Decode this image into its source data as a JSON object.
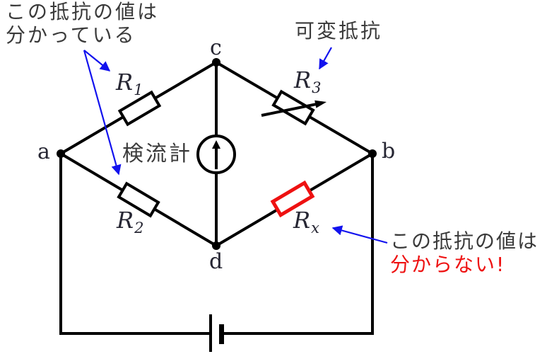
{
  "diagram": {
    "type": "wheatstone-bridge-circuit",
    "nodes": {
      "a": "a",
      "b": "b",
      "c": "c",
      "d": "d"
    },
    "resistors": {
      "r1": {
        "base": "R",
        "sub": "1",
        "kind": "known-fixed"
      },
      "r2": {
        "base": "R",
        "sub": "2",
        "kind": "known-fixed"
      },
      "r3": {
        "base": "R",
        "sub": "3",
        "kind": "variable"
      },
      "rx": {
        "base": "R",
        "sub": "x",
        "kind": "unknown"
      }
    },
    "galvanometer_label": "検流計",
    "annotations": {
      "known": {
        "line1": "この抵抗の値は",
        "line2": "分かっている"
      },
      "variable": "可変抵抗",
      "unknown": {
        "line1": "この抵抗の値は",
        "line2": "分からない!"
      }
    },
    "colors": {
      "wire": "#000000",
      "unknown_resistor": "#ee1111",
      "unknown_text": "#ee1111",
      "annotation_arrow": "#1212ee",
      "annotation_text": "#3a3a3a",
      "label_text": "#262633",
      "background": "#ffffff"
    }
  }
}
